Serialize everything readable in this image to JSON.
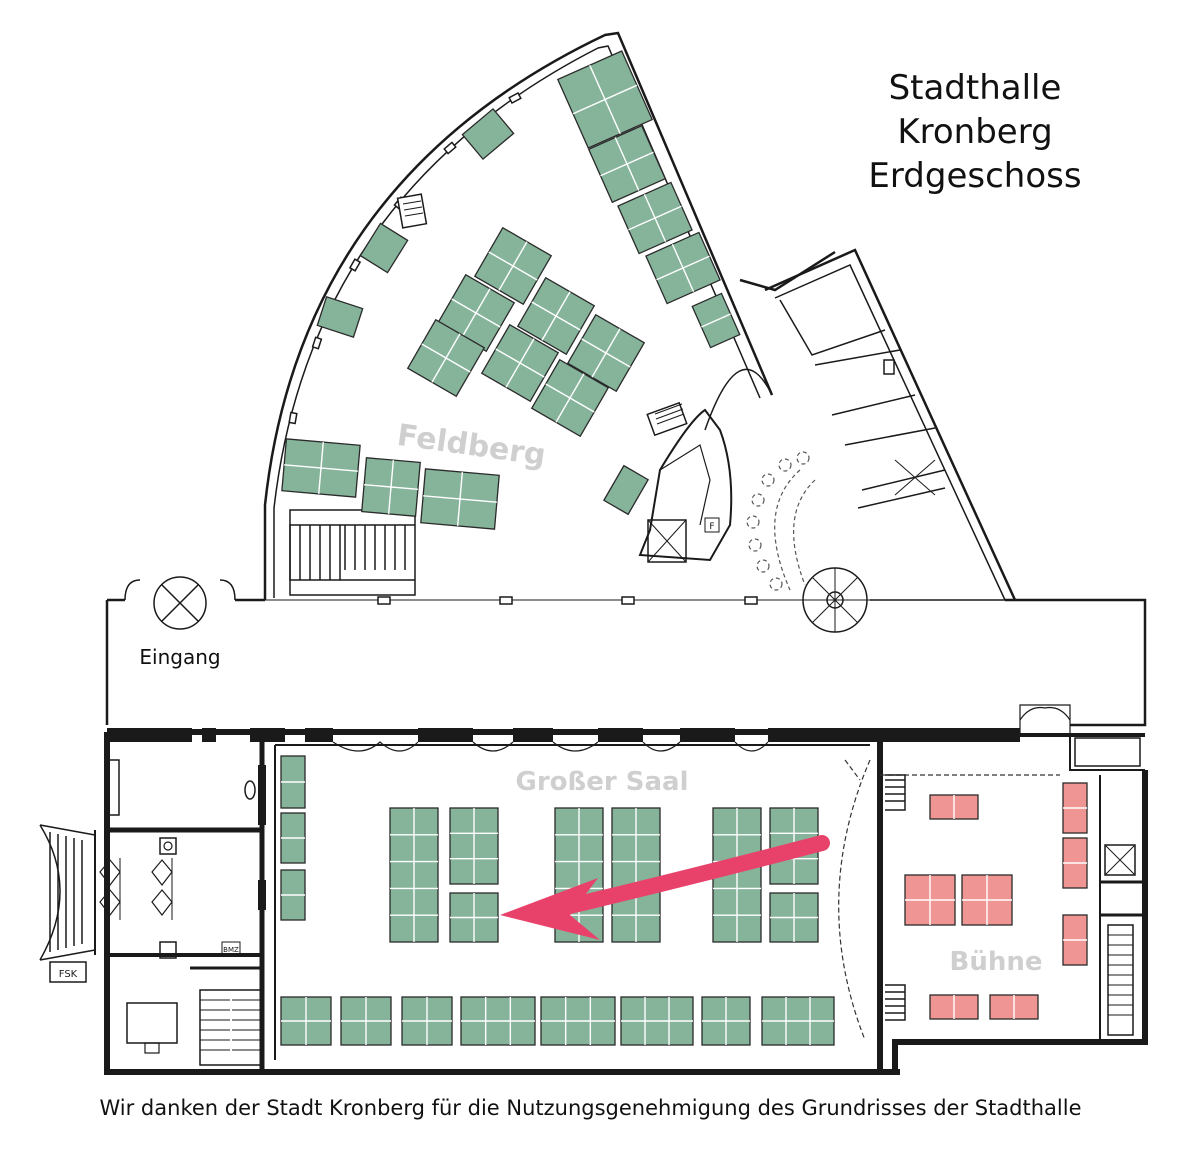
{
  "title": {
    "line1": "Stadthalle",
    "line2": "Kronberg",
    "line3": "Erdgeschoss"
  },
  "rooms": {
    "feldberg": "Feldberg",
    "grosser_saal": "Großer Saal",
    "buehne": "Bühne"
  },
  "labels": {
    "eingang": "Eingang",
    "fsk": "FSK",
    "bmz": "BMZ",
    "f": "F"
  },
  "caption": "Wir danken der Stadt Kronberg für die Nutzungsgenehmigung des Grundrisses der Stadthalle",
  "colors": {
    "table_green": "#86b49b",
    "stage_pink": "#ef9694",
    "arrow": "#e8416a",
    "room_label": "#cfcfcf",
    "wall": "#1a1a1a"
  }
}
